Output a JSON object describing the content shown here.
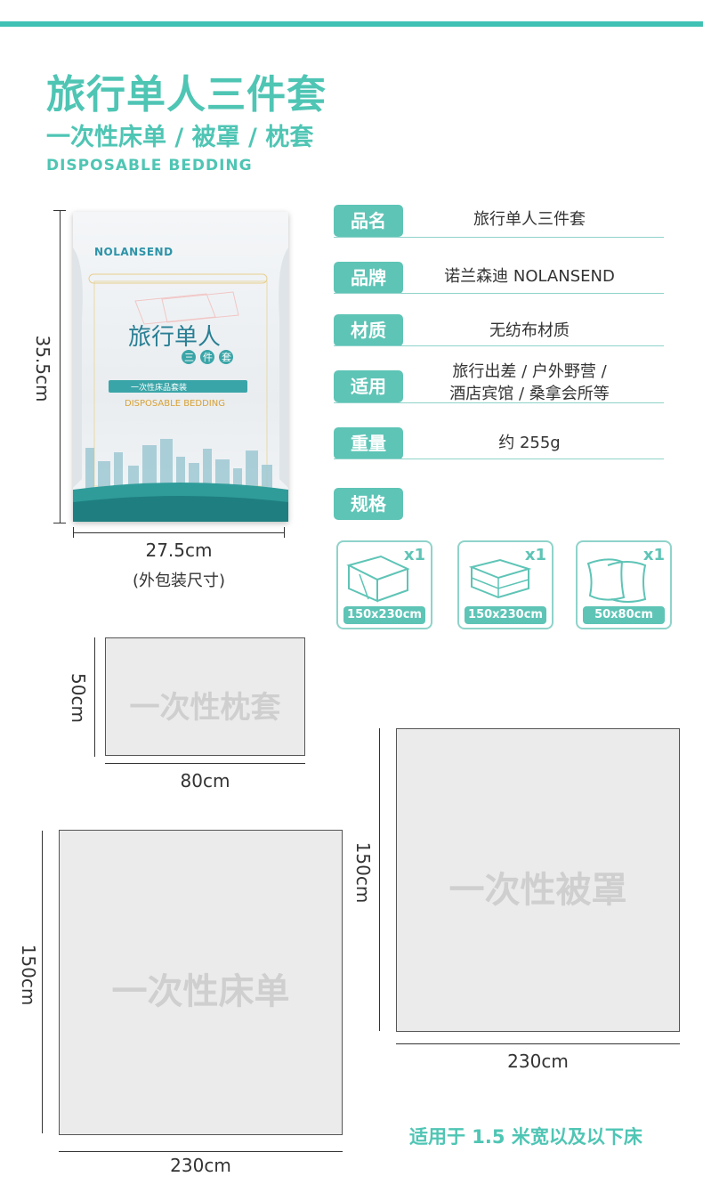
{
  "header": {
    "title": "旅行单人三件套",
    "subtitle": "一次性床单 / 被罩 / 枕套",
    "en_title": "DISPOSABLE  BEDDING"
  },
  "package": {
    "brand_logo": "NOLANSEND",
    "title": "旅行单人",
    "badges": [
      "三",
      "件",
      "套"
    ],
    "strip_text": "一次性床品套装",
    "en_text": "DISPOSABLE BEDDING",
    "height_label": "35.5cm",
    "width_label": "27.5cm",
    "note": "(外包装尺寸)"
  },
  "specs": [
    {
      "tag": "品名",
      "value_lines": [
        "旅行单人三件套"
      ]
    },
    {
      "tag": "品牌",
      "value_lines": [
        "诺兰森迪 NOLANSEND"
      ]
    },
    {
      "tag": "材质",
      "value_lines": [
        "无纺布材质"
      ]
    },
    {
      "tag": "适用",
      "value_lines": [
        "旅行出差 / 户外野营 /",
        "酒店宾馆 / 桑拿会所等"
      ]
    },
    {
      "tag": "重量",
      "value_lines": [
        "约 255g"
      ]
    },
    {
      "tag": "规格",
      "value_lines": []
    }
  ],
  "items": [
    {
      "icon": "bed-sheet-icon",
      "count": "x1",
      "size": "150x230cm"
    },
    {
      "icon": "folded-quilt-icon",
      "count": "x1",
      "size": "150x230cm"
    },
    {
      "icon": "pillow-icon",
      "count": "x1",
      "size": "50x80cm"
    }
  ],
  "diagrams": {
    "pillowcase": {
      "label": "一次性枕套",
      "height": "50cm",
      "width": "80cm"
    },
    "quilt_cover": {
      "label": "一次性被罩",
      "height": "150cm",
      "width": "230cm"
    },
    "bed_sheet": {
      "label": "一次性床单",
      "height": "150cm",
      "width": "230cm"
    }
  },
  "footnote": "适用于 1.5 米宽以及以下床",
  "colors": {
    "accent": "#5ec4b6",
    "accent_text": "#4fc5b4",
    "topbar": "#3fc1b4"
  }
}
